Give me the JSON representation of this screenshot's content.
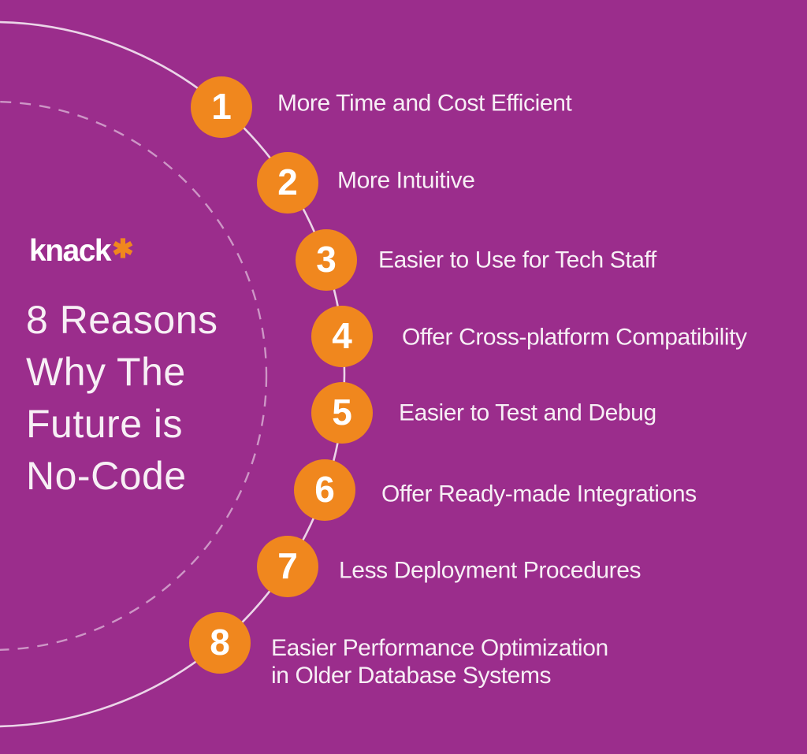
{
  "colors": {
    "background": "#9B2D8C",
    "bubble": "#F0871E",
    "text": "#F7EFF5",
    "line": "#FFFFFF",
    "logo": "#FFFFFF",
    "number": "#FFFFFF"
  },
  "brand": {
    "logo_text": "knack",
    "logo_mark": "✱"
  },
  "title": {
    "text": "8 Reasons\nWhy The\nFuture is\nNo-Code"
  },
  "items": [
    {
      "number": "1",
      "label": "More Time and Cost Efficient"
    },
    {
      "number": "2",
      "label": "More Intuitive"
    },
    {
      "number": "3",
      "label": "Easier to Use for Tech Staff"
    },
    {
      "number": "4",
      "label": "Offer Cross-platform Compatibility"
    },
    {
      "number": "5",
      "label": "Easier to Test and Debug"
    },
    {
      "number": "6",
      "label": "Offer Ready-made Integrations"
    },
    {
      "number": "7",
      "label": "Less Deployment Procedures"
    },
    {
      "number": "8",
      "label": "Easier Performance Optimization\nin Older Database Systems"
    }
  ]
}
